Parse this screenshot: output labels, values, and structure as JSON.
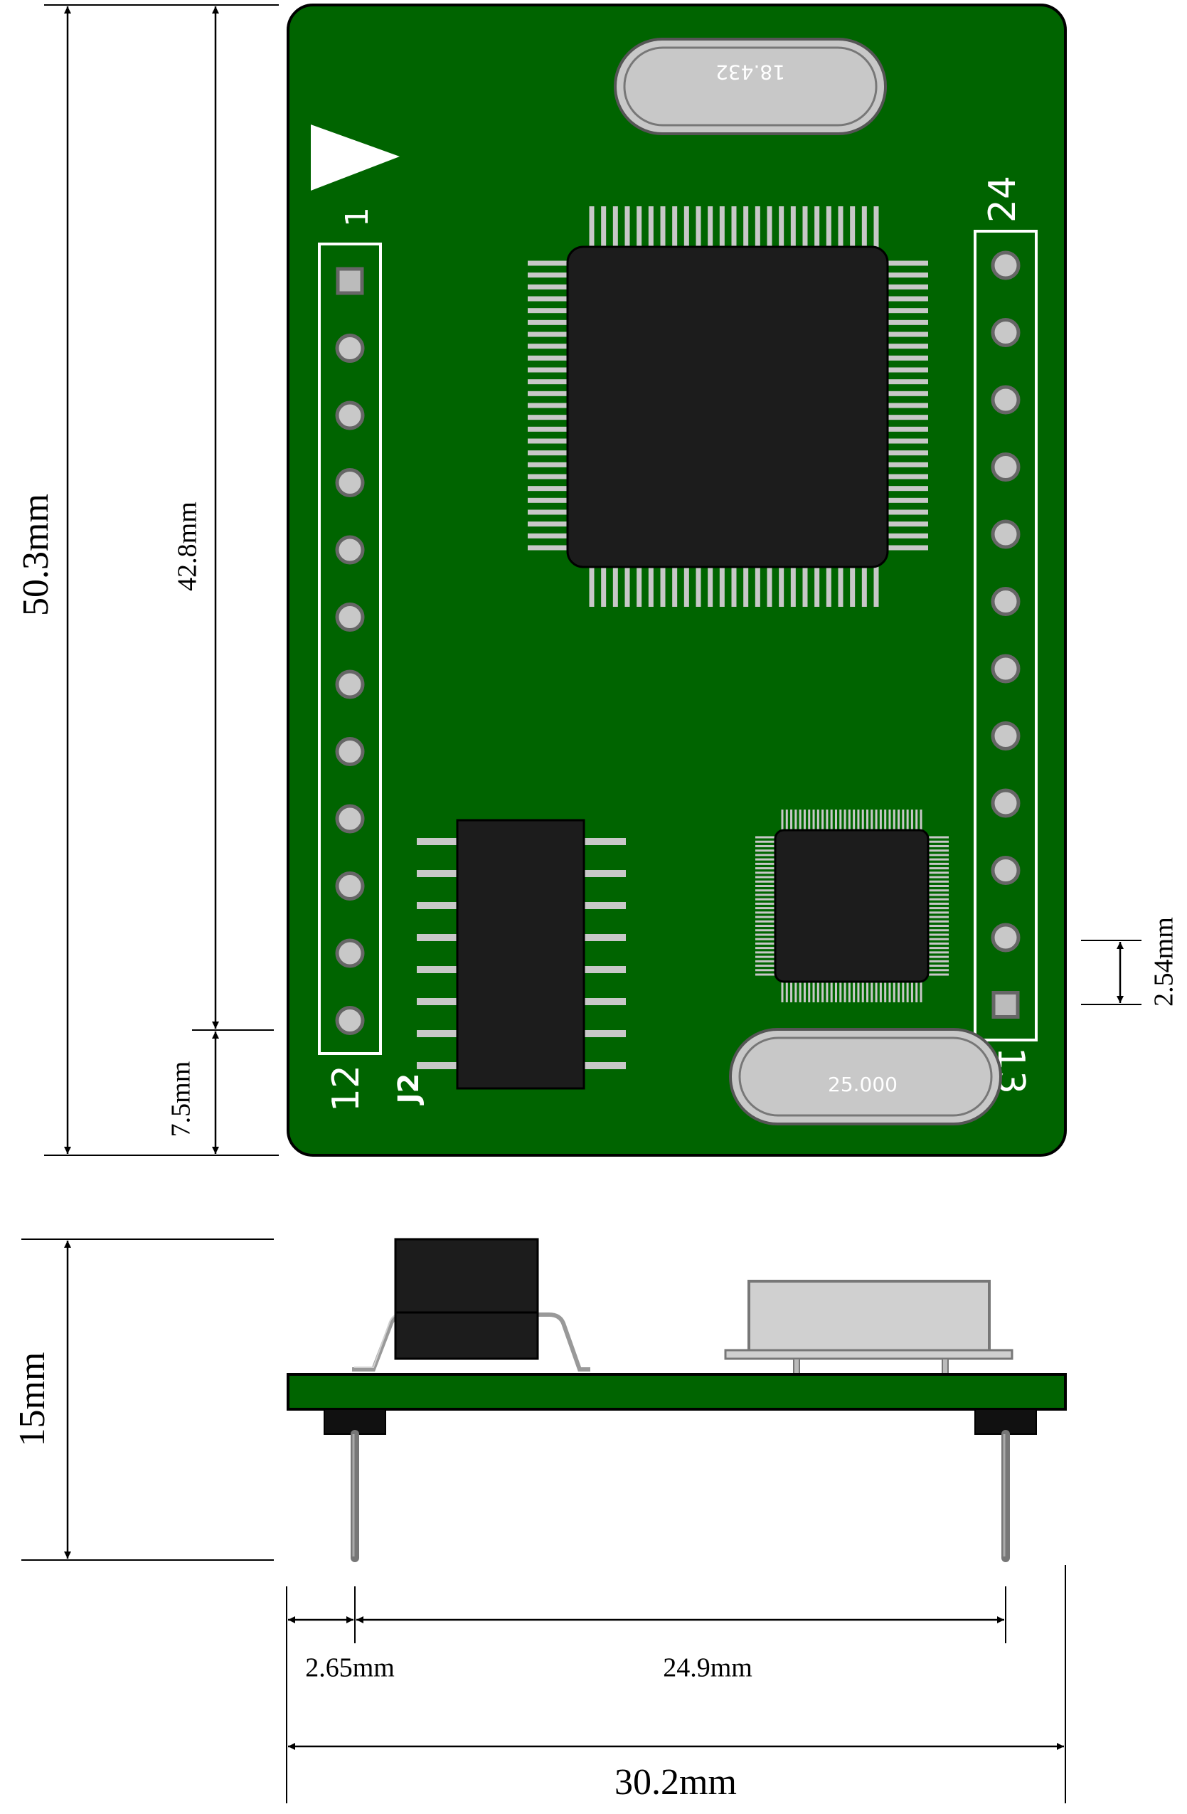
{
  "colors": {
    "board": "#006400",
    "board_edge": "#000000",
    "chip": "#1c1c1c",
    "lead": "#c8c8c8",
    "silkscreen": "#ffffff",
    "crystal": "#c0c0c0",
    "pin_stroke": "#666666"
  },
  "dimensions": {
    "height_total": "50.3mm",
    "pin_span_vertical": "42.8mm",
    "bottom_offset": "7.5mm",
    "pin_pitch": "2.54mm",
    "module_height": "15mm",
    "edge_to_pin": "2.65mm",
    "pin_row_spacing": "24.9mm",
    "width_total": "30.2mm"
  },
  "labels": {
    "pin_1": "1",
    "pin_12": "12",
    "pin_13": "13",
    "pin_24": "24",
    "connector": "J2",
    "crystal_top": "18.432",
    "crystal_bottom": "25.000"
  },
  "pins": {
    "left_count": 12,
    "right_count": 12
  }
}
